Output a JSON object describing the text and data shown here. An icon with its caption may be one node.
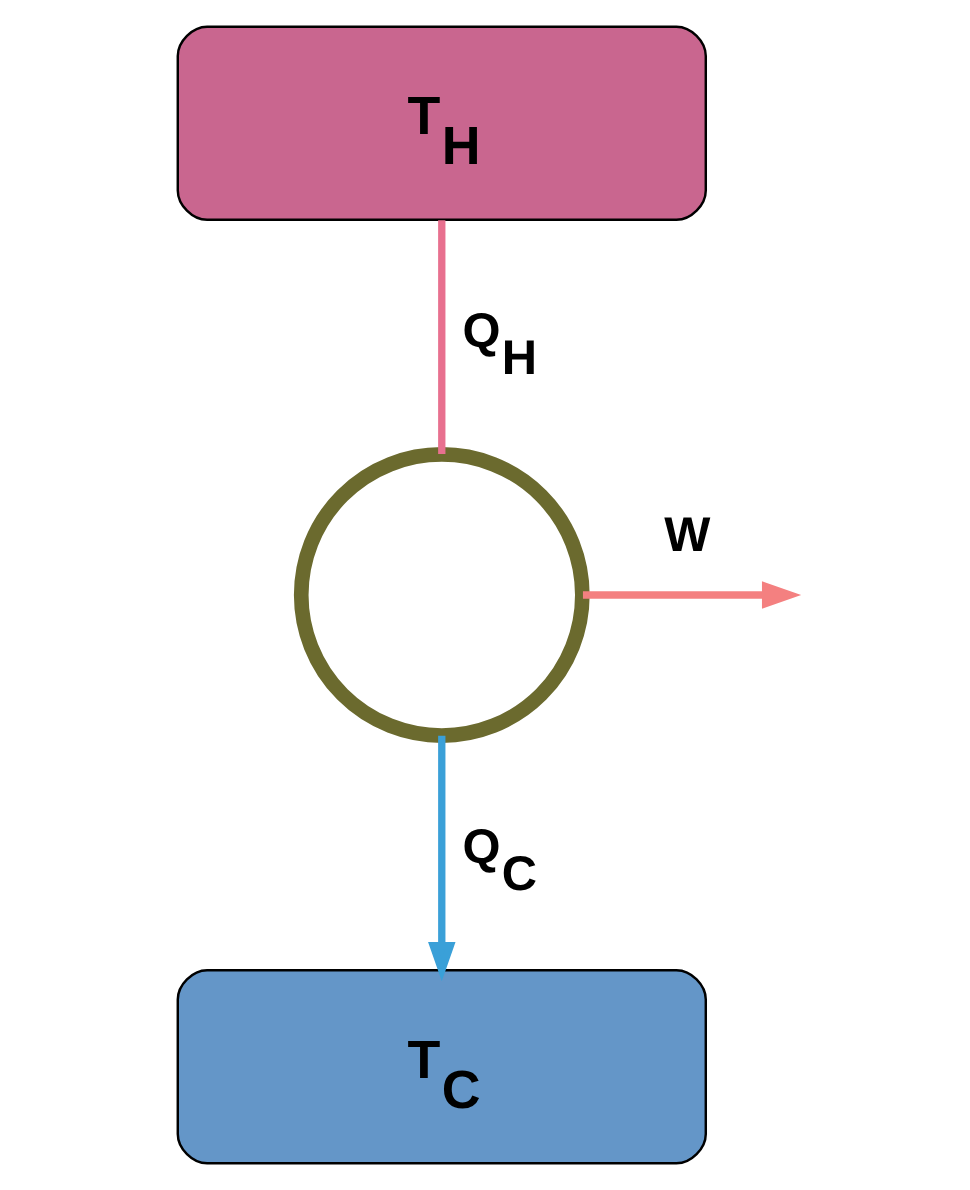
{
  "diagram": {
    "nodes": [
      {
        "text": [
          "T$_{H}$"
        ]
      },
      {
        "text": [],
        "shape": "circle"
      },
      {
        "text": [
          "T$_{C}$"
        ]
      }
    ],
    "edges": [
      {
        "from": 0,
        "to": 1,
        "arrow": "none",
        "label": "Q$_{H}$",
        "color": "#e8708f"
      },
      {
        "from": 1,
        "to": 2,
        "arrow": "to",
        "label": "Q$_{C}$",
        "color": "#3aa0d8"
      },
      {
        "from": 1,
        "to": null,
        "arrow": "to",
        "label": "W",
        "color": "#f48080"
      }
    ]
  }
}
